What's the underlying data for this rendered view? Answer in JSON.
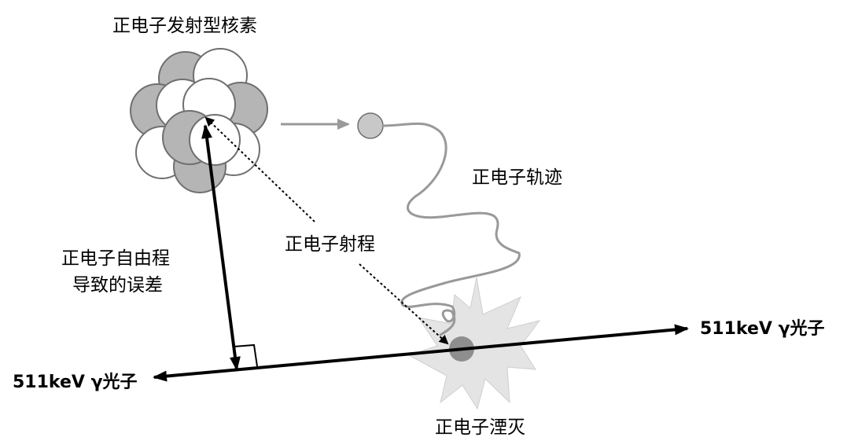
{
  "labels": {
    "nucleus": "正电子发射型核素",
    "trajectory": "正电子轨迹",
    "range": "正电子射程",
    "error_line1": "正电子自由程",
    "error_line2": "导致的误差",
    "annihilation": "正电子湮灭",
    "photon_right": "511keV γ光子",
    "photon_left": "511keV γ光子"
  },
  "colors": {
    "proton": "#b5b5b5",
    "neutron": "#ffffff",
    "outline": "#6f6f6f",
    "positron": "#c8c8c8",
    "trajectory": "#999999",
    "burst": "#e4e4e4",
    "annihilation_core": "#8e8e8e",
    "photon_line": "#000000"
  }
}
